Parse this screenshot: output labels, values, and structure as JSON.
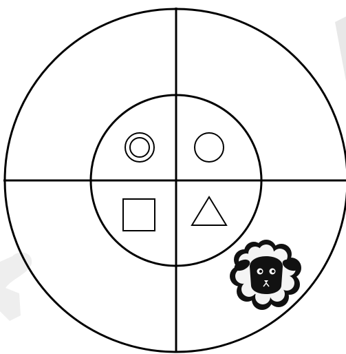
{
  "diagram": {
    "outer_ring": "outer-circle",
    "inner_ring": "inner-circle",
    "quadrant_dividers": [
      "vertical-line",
      "horizontal-line"
    ],
    "inner_symbols": [
      {
        "quadrant": "top-left",
        "shape": "double-circle"
      },
      {
        "quadrant": "top-right",
        "shape": "circle"
      },
      {
        "quadrant": "bottom-left",
        "shape": "square"
      },
      {
        "quadrant": "bottom-right",
        "shape": "triangle"
      }
    ],
    "marker": {
      "quadrant": "bottom-right",
      "icon": "sheep-icon"
    },
    "colors": {
      "line": "#000000",
      "background": "#ffffff",
      "watermark": "#e6e6e6",
      "sheep_wool": "#111111",
      "sheep_face": "#f4f4f4"
    }
  }
}
